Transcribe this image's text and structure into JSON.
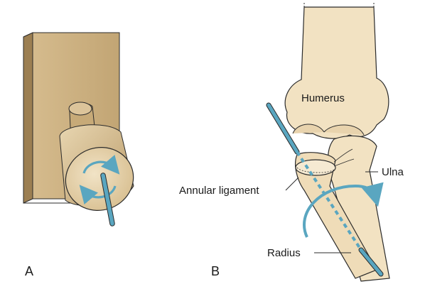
{
  "panels": {
    "a": {
      "label": "A"
    },
    "b": {
      "label": "B"
    }
  },
  "labels": {
    "humerus": "Humerus",
    "ulna": "Ulna",
    "annular_ligament": "Annular ligament",
    "radius": "Radius"
  },
  "colors": {
    "bone_fill": "#f2e2c2",
    "bone_shadow": "#d9c39a",
    "model_light": "#e4cfa5",
    "model_mid": "#cfb382",
    "model_dark": "#a88c5a",
    "axis_teal": "#5aa6c0",
    "outline": "#2b2b2b"
  }
}
